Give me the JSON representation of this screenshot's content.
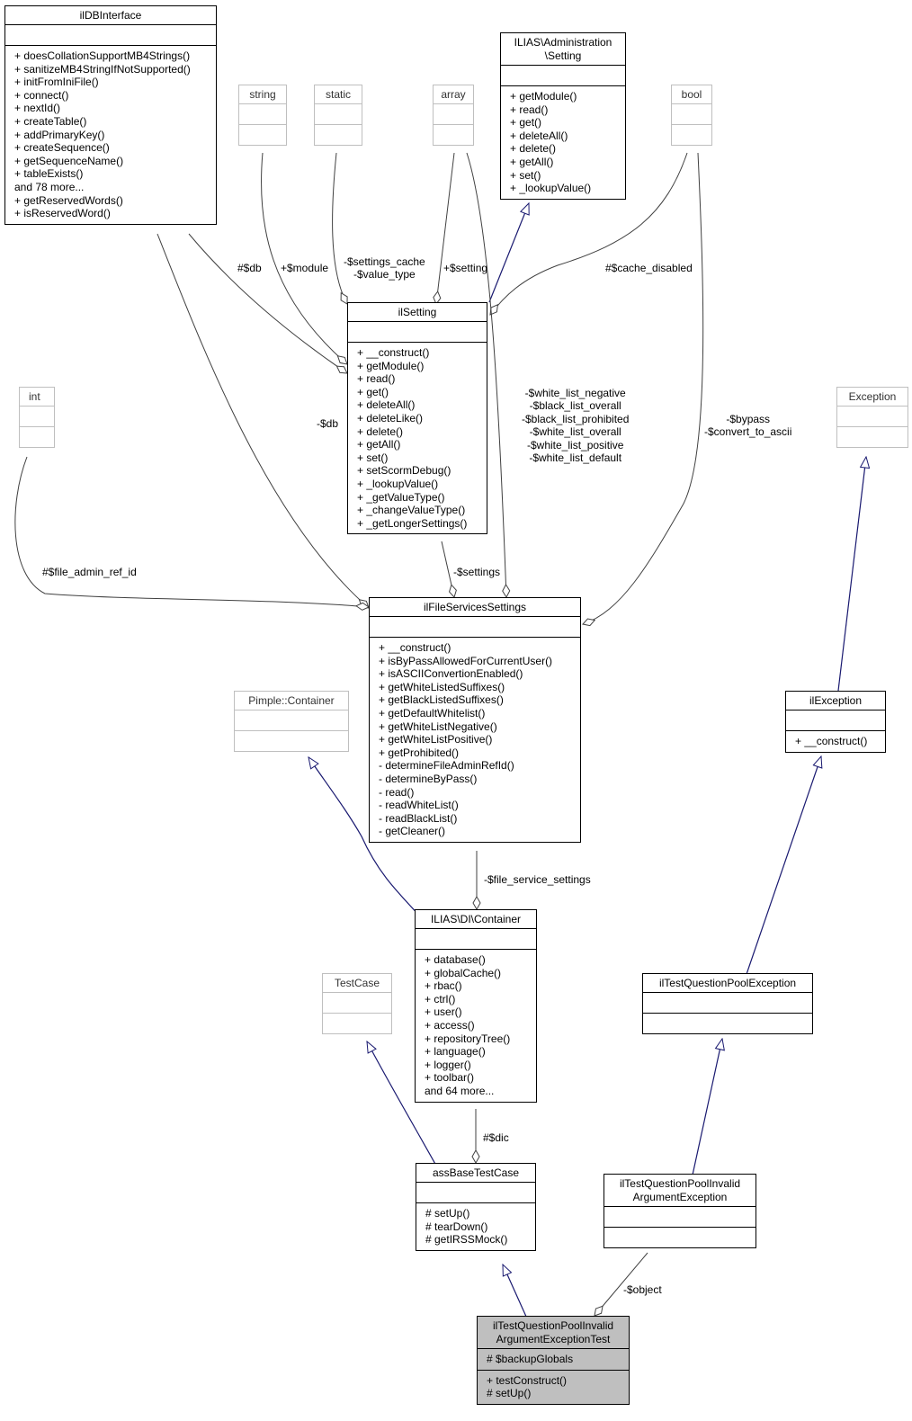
{
  "classes": {
    "ildbinterface": {
      "title": "ilDBInterface",
      "attributes": [],
      "methods": [
        "+ doesCollationSupportMB4Strings()",
        "+ sanitizeMB4StringIfNotSupported()",
        "+ initFromIniFile()",
        "+ connect()",
        "+ nextId()",
        "+ createTable()",
        "+ addPrimaryKey()",
        "+ createSequence()",
        "+ getSequenceName()",
        "+ tableExists()",
        "and 78 more...",
        "+ getReservedWords()",
        "+ isReservedWord()"
      ]
    },
    "string": {
      "title": "string",
      "attributes": [],
      "methods": []
    },
    "static": {
      "title": "static",
      "attributes": [],
      "methods": []
    },
    "array": {
      "title": "array",
      "attributes": [],
      "methods": []
    },
    "admin_setting": {
      "title": "ILIAS\\Administration\n\\Setting",
      "attributes": [],
      "methods": [
        "+ getModule()",
        "+ read()",
        "+ get()",
        "+ deleteAll()",
        "+ delete()",
        "+ getAll()",
        "+ set()",
        "+ _lookupValue()"
      ]
    },
    "bool": {
      "title": "bool",
      "attributes": [],
      "methods": []
    },
    "ilsetting": {
      "title": "ilSetting",
      "attributes": [],
      "methods": [
        "+ __construct()",
        "+ getModule()",
        "+ read()",
        "+ get()",
        "+ deleteAll()",
        "+ deleteLike()",
        "+ delete()",
        "+ getAll()",
        "+ set()",
        "+ setScormDebug()",
        "+ _lookupValue()",
        "+ _getValueType()",
        "+ _changeValueType()",
        "+ _getLongerSettings()"
      ]
    },
    "int": {
      "title": "int",
      "attributes": [],
      "methods": []
    },
    "exception": {
      "title": "Exception",
      "attributes": [],
      "methods": []
    },
    "filesettings": {
      "title": "ilFileServicesSettings",
      "attributes": [],
      "methods": [
        "+ __construct()",
        "+ isByPassAllowedForCurrentUser()",
        "+ isASCIIConvertionEnabled()",
        "+ getWhiteListedSuffixes()",
        "+ getBlackListedSuffixes()",
        "+ getDefaultWhitelist()",
        "+ getWhiteListNegative()",
        "+ getWhiteListPositive()",
        "+ getProhibited()",
        "- determineFileAdminRefId()",
        "- determineByPass()",
        "- read()",
        "- readWhiteList()",
        "- readBlackList()",
        "- getCleaner()"
      ]
    },
    "pimple": {
      "title": "Pimple::Container",
      "attributes": [],
      "methods": []
    },
    "ilexception": {
      "title": "ilException",
      "attributes": [],
      "methods": [
        "+ __construct()"
      ]
    },
    "di_container": {
      "title": "ILIAS\\DI\\Container",
      "attributes": [],
      "methods": [
        "+ database()",
        "+ globalCache()",
        "+ rbac()",
        "+ ctrl()",
        "+ user()",
        "+ access()",
        "+ repositoryTree()",
        "+ language()",
        "+ logger()",
        "+ toolbar()",
        "and 64 more..."
      ]
    },
    "testcase": {
      "title": "TestCase",
      "attributes": [],
      "methods": []
    },
    "qpool_exception": {
      "title": "ilTestQuestionPoolException",
      "attributes": [],
      "methods": []
    },
    "assbasetestcase": {
      "title": "assBaseTestCase",
      "attributes": [],
      "methods": [
        "# setUp()",
        "# tearDown()",
        "# getIRSSMock()"
      ]
    },
    "invalid_arg_exception": {
      "title": "ilTestQuestionPoolInvalid\nArgumentException",
      "attributes": [],
      "methods": []
    },
    "focus_test": {
      "title": "ilTestQuestionPoolInvalid\nArgumentExceptionTest",
      "attributes": [
        "# $backupGlobals"
      ],
      "methods": [
        "+ testConstruct()",
        "# setUp()"
      ]
    }
  },
  "edges": {
    "db_to_setting": "#$db",
    "module": "+$module",
    "settings_cache": "-$settings_cache\n-$value_type",
    "setting_attr": "+$setting",
    "cache_disabled": "#$cache_disabled",
    "db_to_file": "-$db",
    "white_lists": "-$white_list_negative\n-$black_list_overall\n-$black_list_prohibited\n-$white_list_overall\n-$white_list_positive\n-$white_list_default",
    "bypass": "-$bypass\n-$convert_to_ascii",
    "file_admin_ref_id": "#$file_admin_ref_id",
    "settings": "-$settings",
    "file_service_settings": "-$file_service_settings",
    "dic": "#$dic",
    "object": "-$object"
  },
  "colors": {
    "inheritance": "#191970",
    "association": "#404040",
    "focus_fill": "#bfbfbf",
    "ghost_border": "#bfbfbf"
  }
}
